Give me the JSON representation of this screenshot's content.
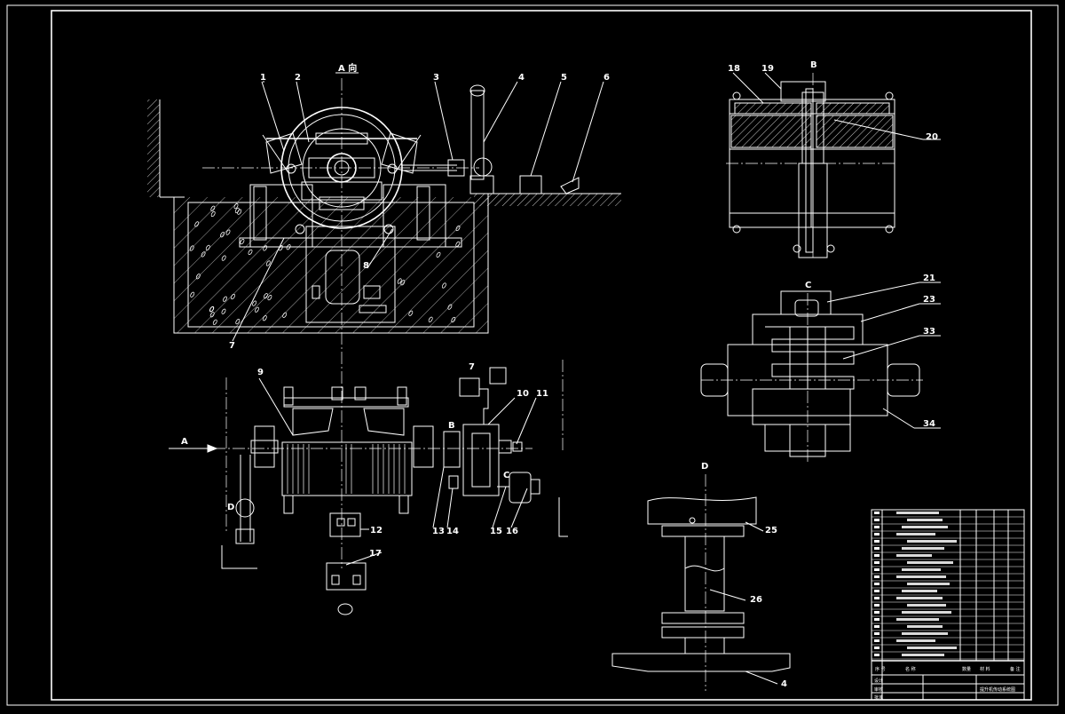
{
  "view_title": "A 向",
  "part_labels": {
    "p1": "1",
    "p2": "2",
    "p3": "3",
    "p4": "4",
    "p5": "5",
    "p6": "6",
    "p7": "7",
    "p8": "8",
    "p9": "9",
    "p10": "10",
    "p11": "11",
    "p12": "12",
    "p13": "13",
    "p14": "14",
    "p15": "15",
    "p16": "16",
    "p17": "17",
    "p18": "18",
    "p19": "19",
    "p20": "20",
    "p21": "21",
    "p23": "23",
    "p25": "25",
    "p26": "26",
    "p33": "33",
    "p34": "34",
    "p4b": "4",
    "p7b": "7"
  },
  "view_letters": {
    "a_arrow": "A",
    "b": "B",
    "b2": "B",
    "c": "C",
    "c2": "C",
    "d": "D",
    "d2": "D"
  },
  "title_block": {
    "col_seq": "序 号",
    "col_name": "名 称",
    "col_qty": "数量",
    "col_material": "材 料",
    "col_remark": "备 注",
    "drawing_title": "提升机传动系统图",
    "row_design": "设计",
    "row_check": "审核",
    "row_approve": "批准"
  }
}
